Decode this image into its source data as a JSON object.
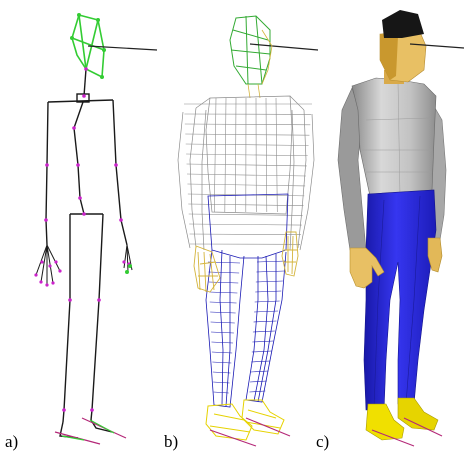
{
  "panels": [
    {
      "label": "a)"
    },
    {
      "label": "b)"
    },
    {
      "label": "c)"
    }
  ],
  "colors": {
    "background": "#ffffff",
    "skeleton_bone": "#1a1a1a",
    "joint": "#cc22cc",
    "head_bone": "#33cc33",
    "wire_upper": "#8c8c8c",
    "wire_lower": "#1a1ab4",
    "wire_head": "#33aa33",
    "wire_skin": "#d4b43c",
    "shirt": "#b4b4b4",
    "trousers": "#2a2ae0",
    "skin": "#e8c064",
    "hair": "#161616",
    "shoes": "#f0e000",
    "ground_line": "#b42878"
  }
}
